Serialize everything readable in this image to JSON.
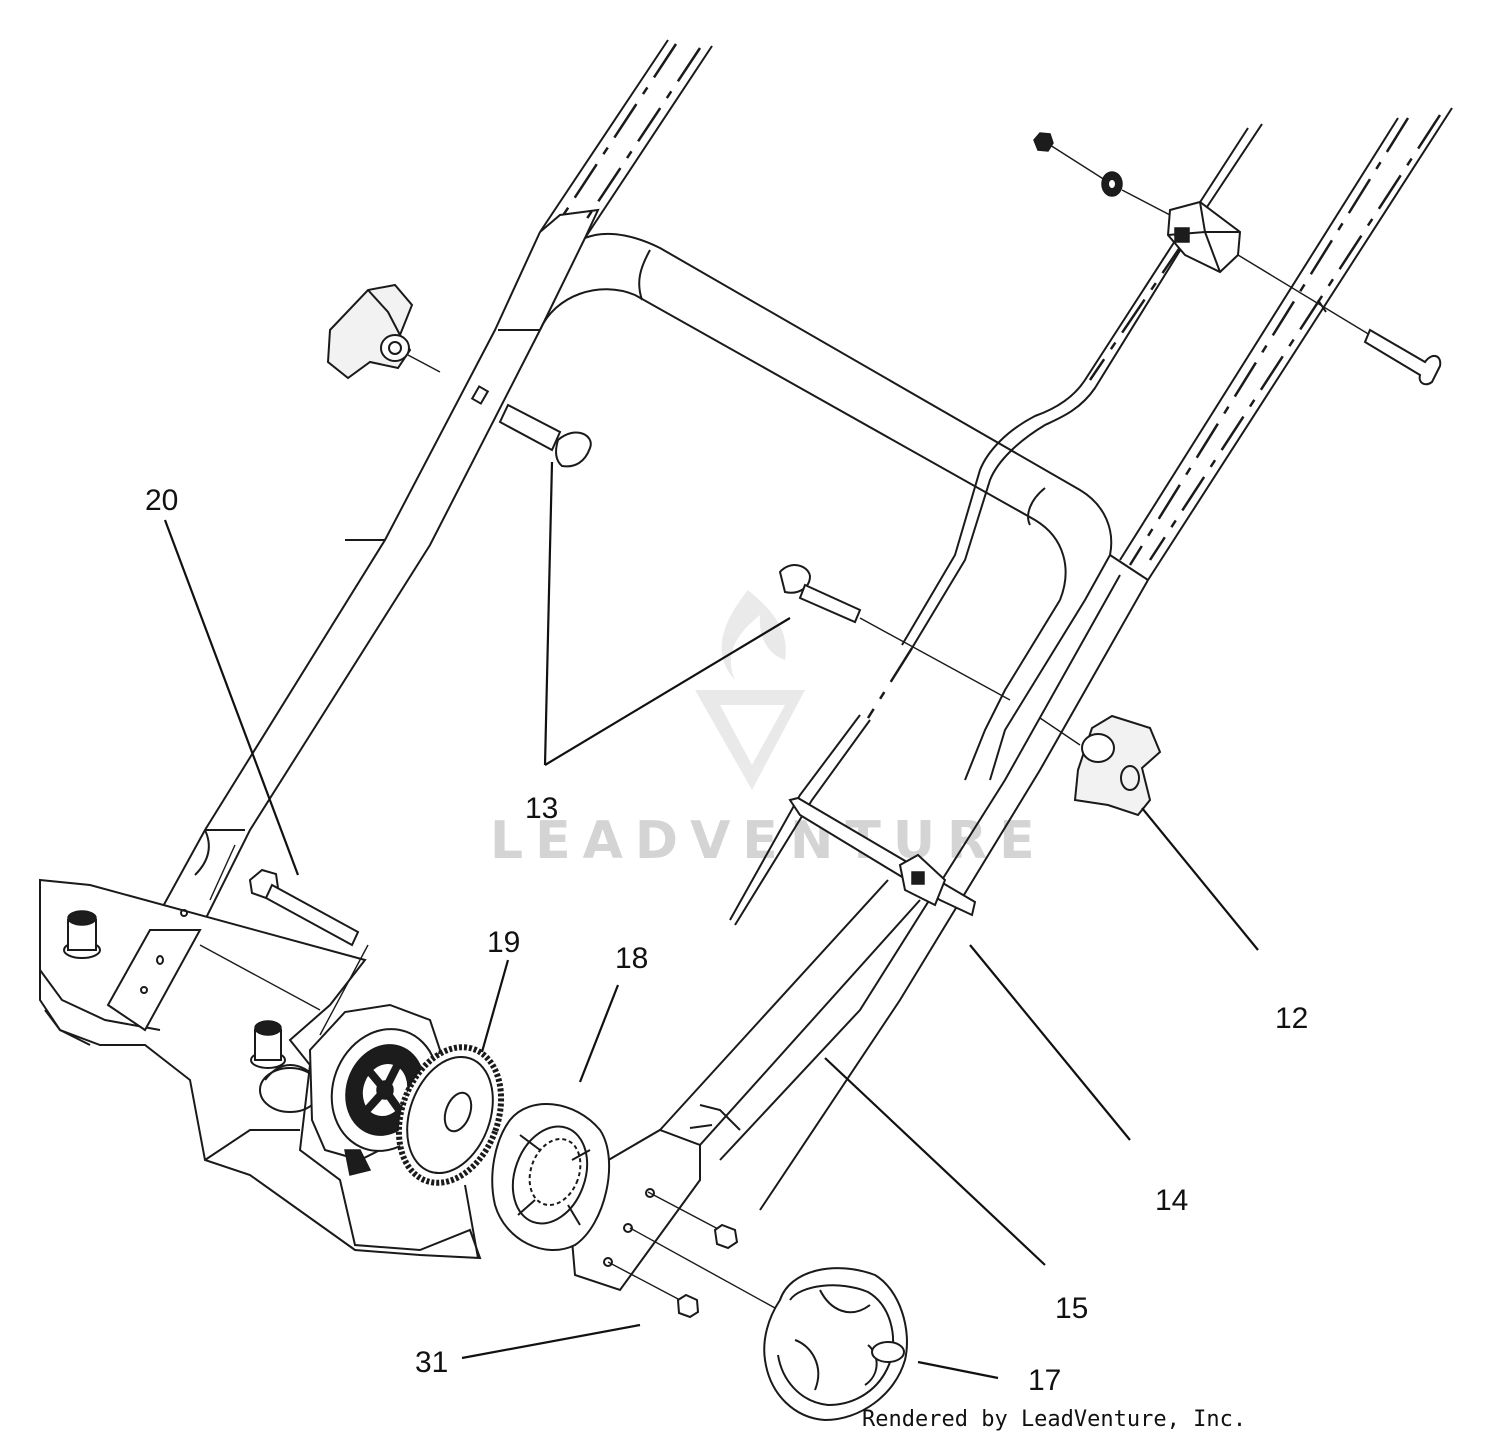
{
  "callouts": {
    "c12": "12",
    "c13": "13",
    "c14": "14",
    "c15": "15",
    "c17": "17",
    "c18": "18",
    "c19": "19",
    "c20": "20",
    "c31": "31"
  },
  "watermark": {
    "text": "LEADVENTURE"
  },
  "footer": {
    "credit": "Rendered by LeadVenture, Inc."
  },
  "colors": {
    "line": "#1a1a1a",
    "watermark": "#d4d4d4",
    "background": "#ffffff"
  }
}
